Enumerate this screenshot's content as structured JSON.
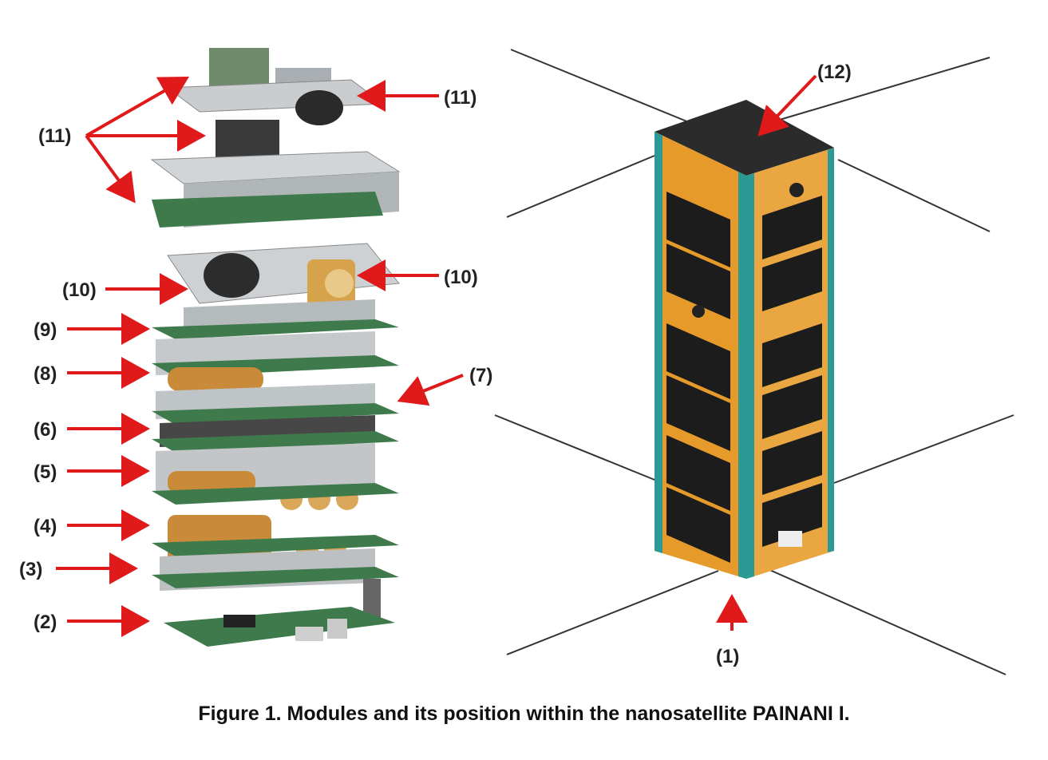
{
  "labels": {
    "l1": "(1)",
    "l2": "(2)",
    "l3": "(3)",
    "l4": "(4)",
    "l5": "(5)",
    "l6": "(6)",
    "l7": "(7)",
    "l8": "(8)",
    "l9": "(9)",
    "l10a": "(10)",
    "l10b": "(10)",
    "l11a": "(11)",
    "l11b": "(11)",
    "l12": "(12)"
  },
  "caption": "Figure 1. Modules and its position within the nanosatellite PAINANI I.",
  "colors": {
    "arrow": "#e0191b",
    "pcb": "#3f7a4c",
    "frame": "#b8bcbf",
    "panel": "#e59a2a",
    "solar": "#1c1c1c",
    "rail": "#2b9a95",
    "top": "#2a2a2a"
  }
}
